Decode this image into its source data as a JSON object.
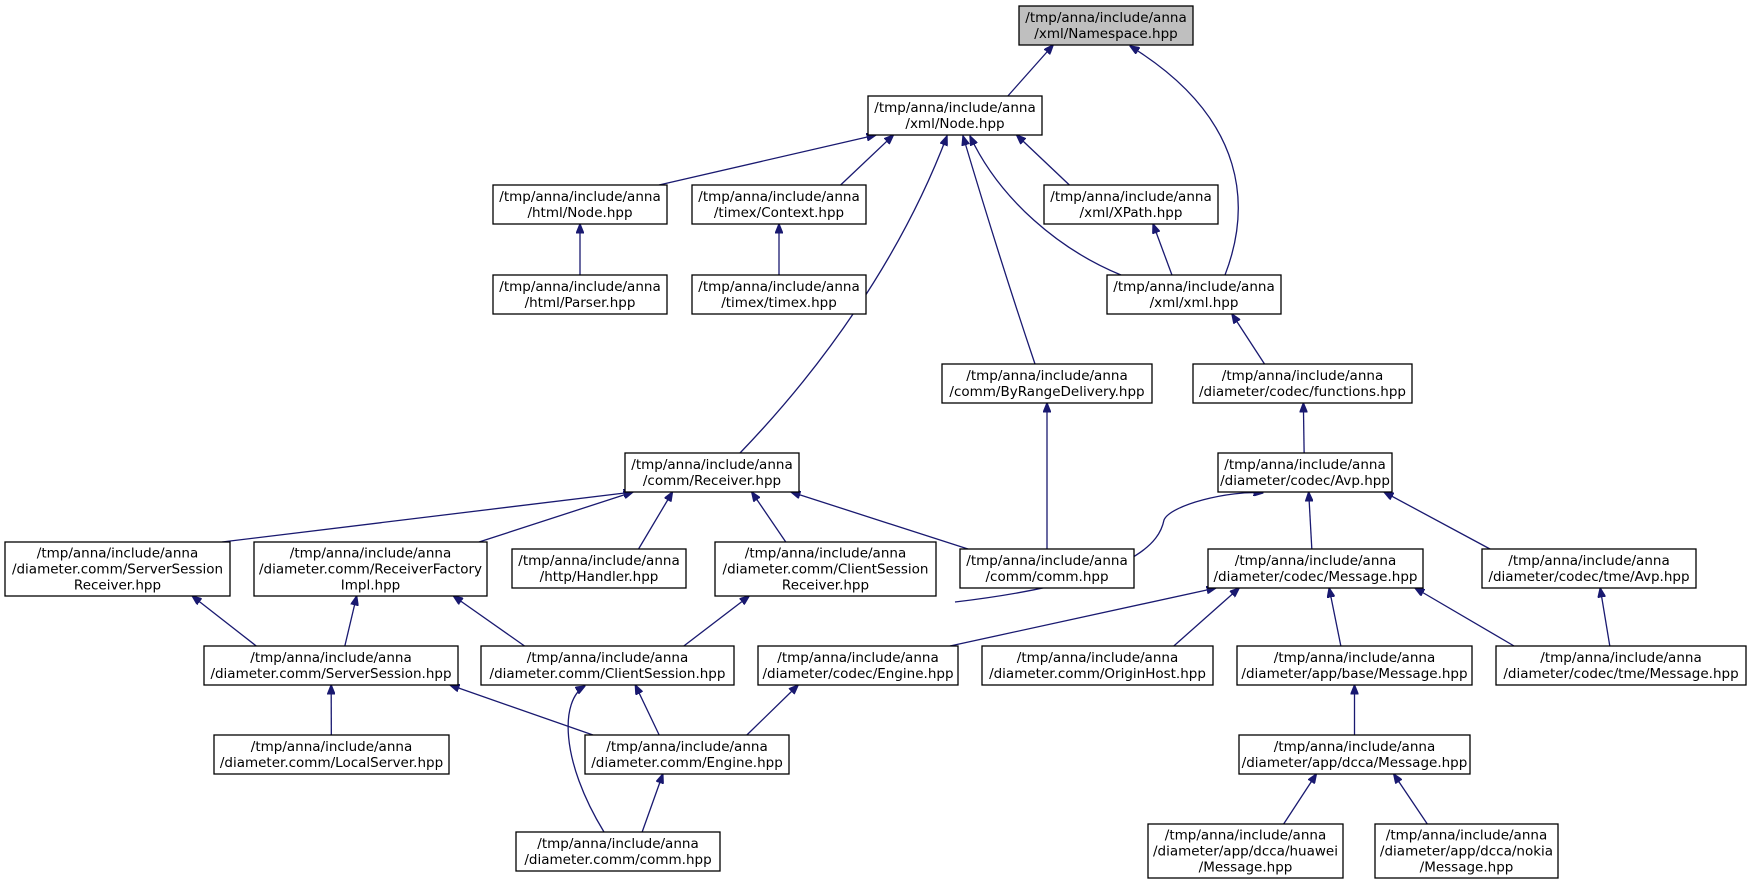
{
  "diagram": {
    "type": "include-dependency-graph",
    "colors": {
      "edge": "#191970",
      "node_border": "#000000",
      "root_fill": "#bfbfbf",
      "node_fill": "#ffffff"
    },
    "nodes": [
      {
        "id": "n0",
        "lines": [
          "/tmp/anna/include/anna",
          "/xml/Namespace.hpp"
        ],
        "root": true
      },
      {
        "id": "n1",
        "lines": [
          "/tmp/anna/include/anna",
          "/xml/Node.hpp"
        ]
      },
      {
        "id": "n2",
        "lines": [
          "/tmp/anna/include/anna",
          "/html/Node.hpp"
        ]
      },
      {
        "id": "n3",
        "lines": [
          "/tmp/anna/include/anna",
          "/html/Parser.hpp"
        ]
      },
      {
        "id": "n4",
        "lines": [
          "/tmp/anna/include/anna",
          "/timex/Context.hpp"
        ]
      },
      {
        "id": "n5",
        "lines": [
          "/tmp/anna/include/anna",
          "/timex/timex.hpp"
        ]
      },
      {
        "id": "n6",
        "lines": [
          "/tmp/anna/include/anna",
          "/xml/XPath.hpp"
        ]
      },
      {
        "id": "n7",
        "lines": [
          "/tmp/anna/include/anna",
          "/xml/xml.hpp"
        ]
      },
      {
        "id": "n8",
        "lines": [
          "/tmp/anna/include/anna",
          "/comm/ByRangeDelivery.hpp"
        ]
      },
      {
        "id": "n9",
        "lines": [
          "/tmp/anna/include/anna",
          "/diameter/codec/functions.hpp"
        ]
      },
      {
        "id": "n10",
        "lines": [
          "/tmp/anna/include/anna",
          "/comm/Receiver.hpp"
        ]
      },
      {
        "id": "n11",
        "lines": [
          "/tmp/anna/include/anna",
          "/diameter/codec/Avp.hpp"
        ]
      },
      {
        "id": "n12",
        "lines": [
          "/tmp/anna/include/anna",
          "/diameter.comm/ServerSession",
          "Receiver.hpp"
        ]
      },
      {
        "id": "n13",
        "lines": [
          "/tmp/anna/include/anna",
          "/diameter.comm/ReceiverFactory",
          "Impl.hpp"
        ]
      },
      {
        "id": "n14",
        "lines": [
          "/tmp/anna/include/anna",
          "/http/Handler.hpp"
        ]
      },
      {
        "id": "n15",
        "lines": [
          "/tmp/anna/include/anna",
          "/diameter.comm/ClientSession",
          "Receiver.hpp"
        ]
      },
      {
        "id": "n16",
        "lines": [
          "/tmp/anna/include/anna",
          "/comm/comm.hpp"
        ]
      },
      {
        "id": "n17",
        "lines": [
          "/tmp/anna/include/anna",
          "/diameter/codec/Message.hpp"
        ]
      },
      {
        "id": "n18",
        "lines": [
          "/tmp/anna/include/anna",
          "/diameter/codec/tme/Avp.hpp"
        ]
      },
      {
        "id": "n19",
        "lines": [
          "/tmp/anna/include/anna",
          "/diameter.comm/ServerSession.hpp"
        ]
      },
      {
        "id": "n20",
        "lines": [
          "/tmp/anna/include/anna",
          "/diameter.comm/ClientSession.hpp"
        ]
      },
      {
        "id": "n21",
        "lines": [
          "/tmp/anna/include/anna",
          "/diameter/codec/Engine.hpp"
        ]
      },
      {
        "id": "n22",
        "lines": [
          "/tmp/anna/include/anna",
          "/diameter.comm/OriginHost.hpp"
        ]
      },
      {
        "id": "n23",
        "lines": [
          "/tmp/anna/include/anna",
          "/diameter/app/base/Message.hpp"
        ]
      },
      {
        "id": "n24",
        "lines": [
          "/tmp/anna/include/anna",
          "/diameter/codec/tme/Message.hpp"
        ]
      },
      {
        "id": "n25",
        "lines": [
          "/tmp/anna/include/anna",
          "/diameter.comm/LocalServer.hpp"
        ]
      },
      {
        "id": "n26",
        "lines": [
          "/tmp/anna/include/anna",
          "/diameter.comm/Engine.hpp"
        ]
      },
      {
        "id": "n27",
        "lines": [
          "/tmp/anna/include/anna",
          "/diameter/app/dcca/Message.hpp"
        ]
      },
      {
        "id": "n28",
        "lines": [
          "/tmp/anna/include/anna",
          "/diameter.comm/comm.hpp"
        ]
      },
      {
        "id": "n29",
        "lines": [
          "/tmp/anna/include/anna",
          "/diameter/app/dcca/huawei",
          "/Message.hpp"
        ]
      },
      {
        "id": "n30",
        "lines": [
          "/tmp/anna/include/anna",
          "/diameter/app/dcca/nokia",
          "/Message.hpp"
        ]
      }
    ],
    "edges": [
      {
        "from": "n1",
        "to": "n0"
      },
      {
        "from": "n7",
        "to": "n0"
      },
      {
        "from": "n2",
        "to": "n1"
      },
      {
        "from": "n4",
        "to": "n1"
      },
      {
        "from": "n6",
        "to": "n1"
      },
      {
        "from": "n10",
        "to": "n1"
      },
      {
        "from": "n8",
        "to": "n1"
      },
      {
        "from": "n7",
        "to": "n1"
      },
      {
        "from": "n3",
        "to": "n2"
      },
      {
        "from": "n5",
        "to": "n4"
      },
      {
        "from": "n7",
        "to": "n6"
      },
      {
        "from": "n9",
        "to": "n7"
      },
      {
        "from": "n16",
        "to": "n8"
      },
      {
        "from": "n11",
        "to": "n9"
      },
      {
        "from": "n12",
        "to": "n10"
      },
      {
        "from": "n13",
        "to": "n10"
      },
      {
        "from": "n14",
        "to": "n10"
      },
      {
        "from": "n15",
        "to": "n10"
      },
      {
        "from": "n16",
        "to": "n10"
      },
      {
        "from": "n17",
        "to": "n11"
      },
      {
        "from": "n18",
        "to": "n11"
      },
      {
        "from": "n21",
        "to": "n11"
      },
      {
        "from": "n19",
        "to": "n12"
      },
      {
        "from": "n19",
        "to": "n13"
      },
      {
        "from": "n20",
        "to": "n13"
      },
      {
        "from": "n20",
        "to": "n15"
      },
      {
        "from": "n21",
        "to": "n17"
      },
      {
        "from": "n22",
        "to": "n17"
      },
      {
        "from": "n23",
        "to": "n17"
      },
      {
        "from": "n24",
        "to": "n17"
      },
      {
        "from": "n24",
        "to": "n18"
      },
      {
        "from": "n25",
        "to": "n19"
      },
      {
        "from": "n26",
        "to": "n19"
      },
      {
        "from": "n26",
        "to": "n20"
      },
      {
        "from": "n28",
        "to": "n20"
      },
      {
        "from": "n26",
        "to": "n21"
      },
      {
        "from": "n27",
        "to": "n23"
      },
      {
        "from": "n28",
        "to": "n26"
      },
      {
        "from": "n29",
        "to": "n27"
      },
      {
        "from": "n30",
        "to": "n27"
      }
    ]
  }
}
